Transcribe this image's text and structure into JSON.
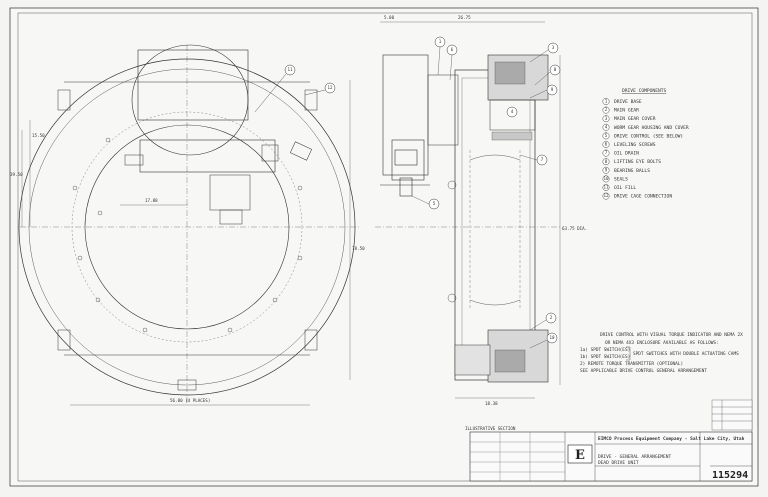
{
  "left_view": {
    "dims": {
      "top": "",
      "left_upper": "15.50",
      "left_lower": "39.50",
      "horizontal": "17.88",
      "bottom": "56.00 (4 PLACES)",
      "right": "78.50"
    },
    "callouts": [
      "11",
      "12"
    ]
  },
  "right_view": {
    "dims": {
      "top_left": "5.00",
      "top_main": "26.75",
      "vertical": "63.75 DIA.",
      "bottom": "18.38"
    },
    "callouts": [
      "1",
      "6",
      "5",
      "3",
      "8",
      "9",
      "4",
      "7",
      "2",
      "10"
    ],
    "section_label": "ILLUSTRATIVE SECTION"
  },
  "components": {
    "title": "DRIVE COMPONENTS",
    "items": [
      {
        "num": "1",
        "label": "DRIVE BASE"
      },
      {
        "num": "2",
        "label": "MAIN GEAR"
      },
      {
        "num": "3",
        "label": "MAIN GEAR COVER"
      },
      {
        "num": "4",
        "label": "WORM GEAR HOUSING AND COVER"
      },
      {
        "num": "5",
        "label": "DRIVE CONTROL (SEE BELOW)"
      },
      {
        "num": "6",
        "label": "LEVELING SCREWS"
      },
      {
        "num": "7",
        "label": "OIL DRAIN"
      },
      {
        "num": "8",
        "label": "LIFTING EYE BOLTS"
      },
      {
        "num": "9",
        "label": "BEARING BALLS"
      },
      {
        "num": "10",
        "label": "SEALS"
      },
      {
        "num": "11",
        "label": "OIL FILL"
      },
      {
        "num": "12",
        "label": "DRIVE CAGE CONNECTION"
      }
    ]
  },
  "notes": {
    "heading_1": "DRIVE CONTROL WITH VISUAL TORQUE INDICATOR AND NEMA 2X",
    "heading_2": "OR NEMA 4X3 ENCLOSURE AVAILABLE AS FOLLOWS:",
    "lines": [
      "1a) SPDT SWITCH(ES)",
      "1b) SPDT SWITCH(ES)",
      "2) REMOTE TORQUE TRANSMITTER (OPTIONAL)",
      "SEE APPLICABLE DRIVE CONTROL GENERAL ARRANGEMENT"
    ],
    "bracket_text": "SPDT SWITCHES WITH DOUBLE ACTUATING CAMS"
  },
  "title_block": {
    "company": "EIMCO Process Equipment Company - Salt Lake City, Utah",
    "drawing_title_1": "DRIVE - GENERAL ARRANGEMENT",
    "drawing_title_2": "DEAD DRIVE UNIT",
    "doc_number": "115294",
    "logo_text": "E"
  }
}
